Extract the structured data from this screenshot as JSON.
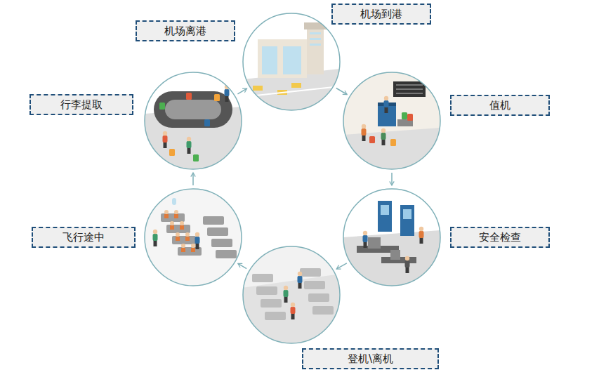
{
  "diagram": {
    "nodes": [
      {
        "text": [
          "机场离港",
          "机场到港"
        ]
      },
      {
        "text": [
          "值机"
        ]
      },
      {
        "text": [
          "安全检查"
        ]
      },
      {
        "text": [
          "登机\\离机"
        ]
      },
      {
        "text": [
          "飞行途中"
        ]
      },
      {
        "text": [
          "行李提取"
        ]
      }
    ],
    "edges": [
      {
        "from": 0,
        "to": 1,
        "arrow": "to"
      },
      {
        "from": 1,
        "to": 2,
        "arrow": "to"
      },
      {
        "from": 2,
        "to": 3,
        "arrow": "to"
      },
      {
        "from": 3,
        "to": 4,
        "arrow": "to"
      },
      {
        "from": 4,
        "to": 5,
        "arrow": "to"
      },
      {
        "from": 5,
        "to": 0,
        "arrow": "to"
      }
    ]
  }
}
